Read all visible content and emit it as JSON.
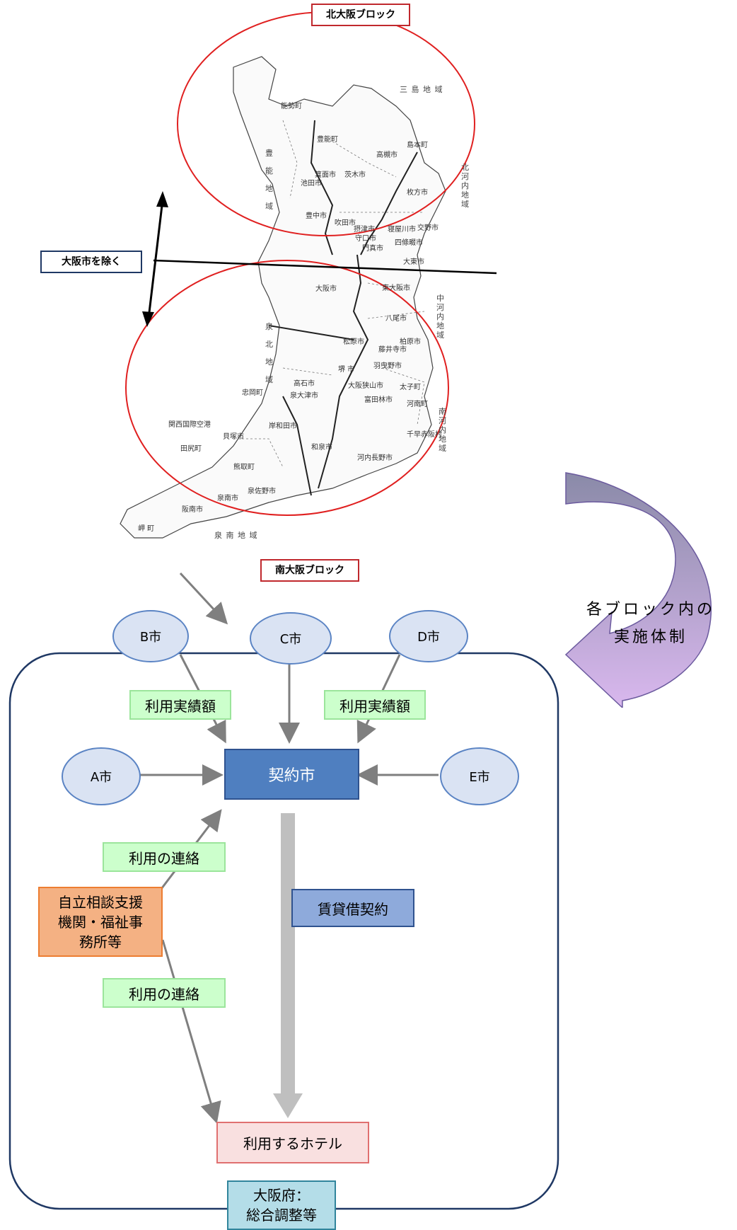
{
  "map": {
    "north_block_label": "北大阪ブロック",
    "south_block_label": "南大阪ブロック",
    "exclude_label": "大阪市を除く",
    "regions": [
      "三 島 地 域",
      "豊 能 地 域",
      "北 河 内 地 域",
      "中 河 内 地 域",
      "泉 北 地 域",
      "南 河 内 地 域",
      "泉 南 地 域"
    ],
    "places": [
      "能勢町",
      "豊能町",
      "池田市",
      "箕面市",
      "豊中市",
      "吹田市",
      "茨木市",
      "高槻市",
      "島本町",
      "摂津市",
      "守口市",
      "寝屋川市",
      "交野市",
      "枚方市",
      "門真市",
      "四條畷市",
      "大東市",
      "大阪市",
      "東大阪市",
      "八尾市",
      "柏原市",
      "松原市",
      "藤井寺市",
      "羽曳野市",
      "堺 市",
      "高石市",
      "泉大津市",
      "忠岡町",
      "太子町",
      "河南町",
      "富田林市",
      "大阪狭山市",
      "関西国際空港",
      "田尻町",
      "貝塚市",
      "岸和田市",
      "和泉市",
      "千早赤阪村",
      "河内長野市",
      "熊取町",
      "泉佐野市",
      "泉南市",
      "阪南市",
      "岬 町",
      "泉 南 地 域"
    ]
  },
  "caption": {
    "line1": "各ブロック内の",
    "line2": "実施体制"
  },
  "org": {
    "cities": {
      "a": "A市",
      "b": "B市",
      "c": "C市",
      "d": "D市",
      "e": "E市"
    },
    "usage_amount_left": "利用実績額",
    "usage_amount_right": "利用実績額",
    "contract_city": "契約市",
    "contact_upper": "利用の連絡",
    "contact_lower": "利用の連絡",
    "support_org": "自立相談支援\n機関・福祉事\n務所等",
    "lease_contract": "賃貸借契約",
    "hotel": "利用するホテル",
    "prefecture": "大阪府：\n総合調整等"
  },
  "colors": {
    "block_circle": "#e02020",
    "city_fill": "#dae3f3",
    "contract_fill": "#4f7fc0",
    "arrow_gray": "#7f7f7f",
    "lease_arrow": "#bfbfbf",
    "curve_arrow_start": "#8a8aa8",
    "curve_arrow_end": "#d9b8ee"
  }
}
